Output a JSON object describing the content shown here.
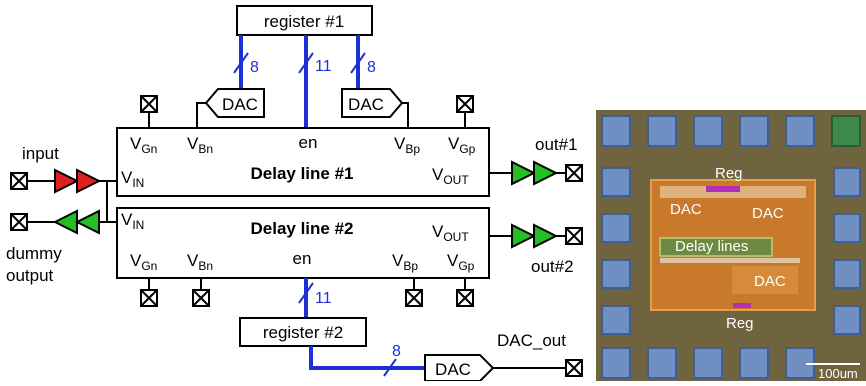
{
  "diagram": {
    "register1": "register #1",
    "register2": "register #2",
    "dac_label": "DAC",
    "dl1": {
      "title": "Delay line #1",
      "vgn": [
        "V",
        "Gn"
      ],
      "vbn": [
        "V",
        "Bn"
      ],
      "en": "en",
      "vbp": [
        "V",
        "Bp"
      ],
      "vgp": [
        "V",
        "Gp"
      ],
      "vin": [
        "V",
        "IN"
      ],
      "vout": [
        "V",
        "OUT"
      ]
    },
    "dl2": {
      "title": "Delay line #2",
      "vgn": [
        "V",
        "Gn"
      ],
      "vbn": [
        "V",
        "Bn"
      ],
      "en": "en",
      "vbp": [
        "V",
        "Bp"
      ],
      "vgp": [
        "V",
        "Gp"
      ],
      "vin": [
        "V",
        "IN"
      ],
      "vout": [
        "V",
        "OUT"
      ]
    },
    "bus_widths": {
      "left": "8",
      "center": "11",
      "right": "8",
      "bottom": "11",
      "dac_out": "8"
    },
    "input_label": "input",
    "dummy_output_label": [
      "dummy",
      "output"
    ],
    "out1_label": "out#1",
    "out2_label": "out#2",
    "dac_out_label": "DAC_out"
  },
  "micrograph": {
    "labels": [
      "Reg",
      "DAC",
      "DAC",
      "Delay lines",
      "DAC",
      "Reg"
    ],
    "scale_bar": "100um"
  },
  "colors": {
    "bus": "#1f2fd6",
    "input_buffer": "#e02020",
    "output_buffer": "#22c022"
  }
}
